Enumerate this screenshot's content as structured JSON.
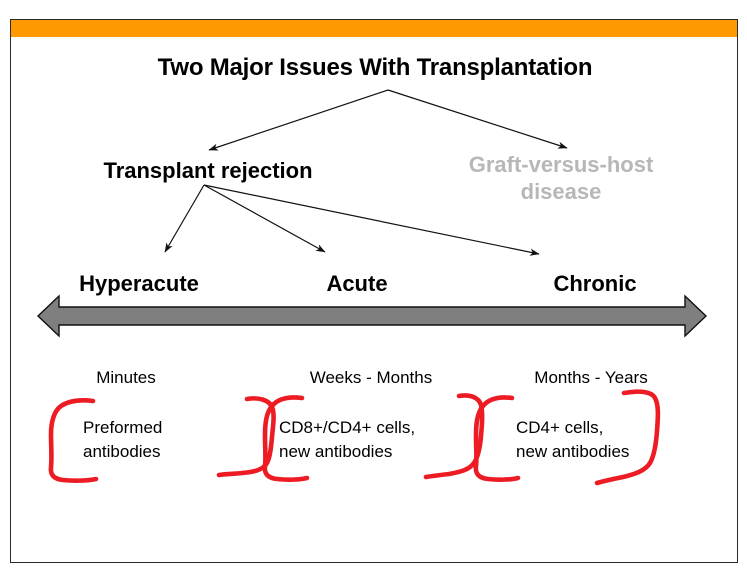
{
  "slide": {
    "accent_bar_color": "#ff9900",
    "border_color": "#2b2b2b",
    "background": "#ffffff",
    "title": "Two Major Issues With Transplantation"
  },
  "diagram": {
    "type": "hierarchy-with-timeline",
    "root": "Two Major Issues With Transplantation",
    "branches": [
      {
        "label": "Transplant rejection",
        "color": "#000000",
        "emphasis": "active"
      },
      {
        "label": "Graft-versus-host disease",
        "color": "#b7b7b7",
        "emphasis": "dimmed"
      }
    ],
    "stages": [
      {
        "name": "Hyperacute",
        "timeframe": "Minutes",
        "mechanism": "Preformed\nantibodies"
      },
      {
        "name": "Acute",
        "timeframe": "Weeks - Months",
        "mechanism": "CD8+/CD4+ cells,\nnew antibodies"
      },
      {
        "name": "Chronic",
        "timeframe": "Months - Years",
        "mechanism": "CD4+ cells,\nnew antibodies"
      }
    ],
    "timeline_arrow": {
      "style": "double-headed",
      "fill_color": "#7f7f7f",
      "stroke_color": "#000000"
    },
    "annotation_color": "#ed1c24",
    "annotation_style": "hand-drawn red brackets"
  }
}
